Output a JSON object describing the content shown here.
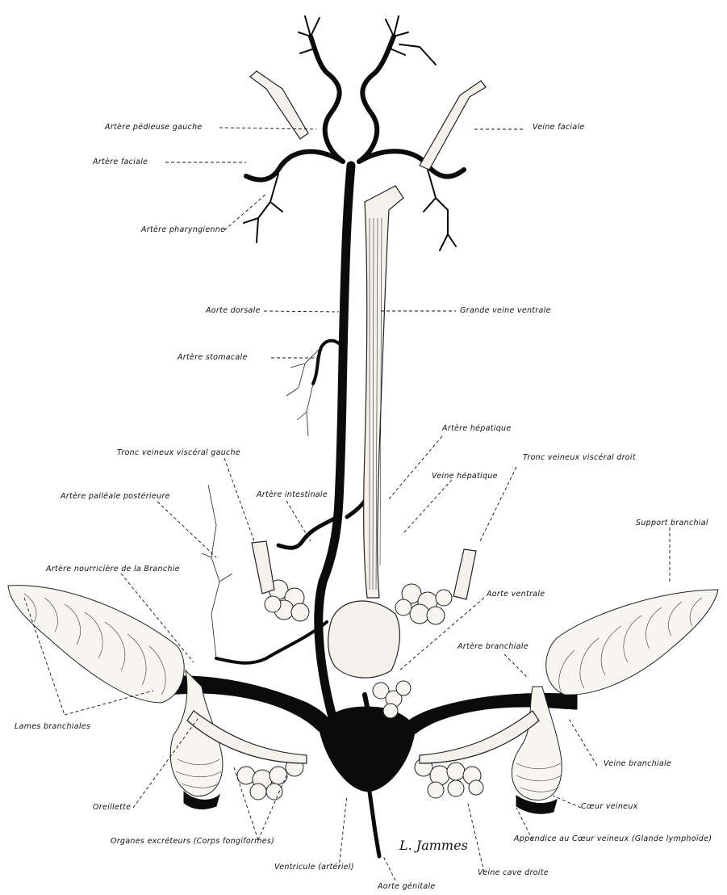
{
  "labels": {
    "arter_pedieuse_gauche": "Artère pédieuse gauche",
    "arter_faciale": "Artère faciale",
    "arter_pharyngienne": "Artère pharyngienne",
    "aorte_dorsale": "Aorte dorsale",
    "arter_stomacale": "Artère stomacale",
    "tronc_veineux_visceral_gauche": "Tronc veineux viscéral gauche",
    "arter_palleale_posterieure": "Artère palléale postérieure",
    "arter_nourriciere_branchie": "Artère nourricière de la Branchie",
    "lames_branchiales": "Lames branchiales",
    "oreillette": "Oreillette",
    "organes_excreteurs": "Organes excréteurs (Corps fongiformes)",
    "ventricule": "Ventricule (artériel)",
    "aorte_genitale": "Aorte génitale",
    "veine_faciale": "Veine faciale",
    "grande_veine_ventrale": "Grande veine ventrale",
    "arter_hepatique": "Artère hépatique",
    "tronc_veineux_visceral_droit": "Tronc veineux viscéral droit",
    "veine_hepatique": "Veine hépatique",
    "arter_intestinale": "Artère intestinale",
    "support_branchial": "Support branchial",
    "aorte_ventrale": "Aorte ventrale",
    "arter_branchiale": "Artère branchiale",
    "veine_branchiale": "Veine branchiale",
    "coeur_veineux": "Cœur veineux",
    "appendice_coeur_veineux": "Appendice au Cœur veineux (Glande lymphoïde)",
    "veine_cave_droite": "Veine cave droite"
  },
  "signature": "L. Jammes",
  "colors": {
    "ink": "#0b0b0b",
    "paper": "#ffffff",
    "vein_fill": "#f4f1ea"
  }
}
